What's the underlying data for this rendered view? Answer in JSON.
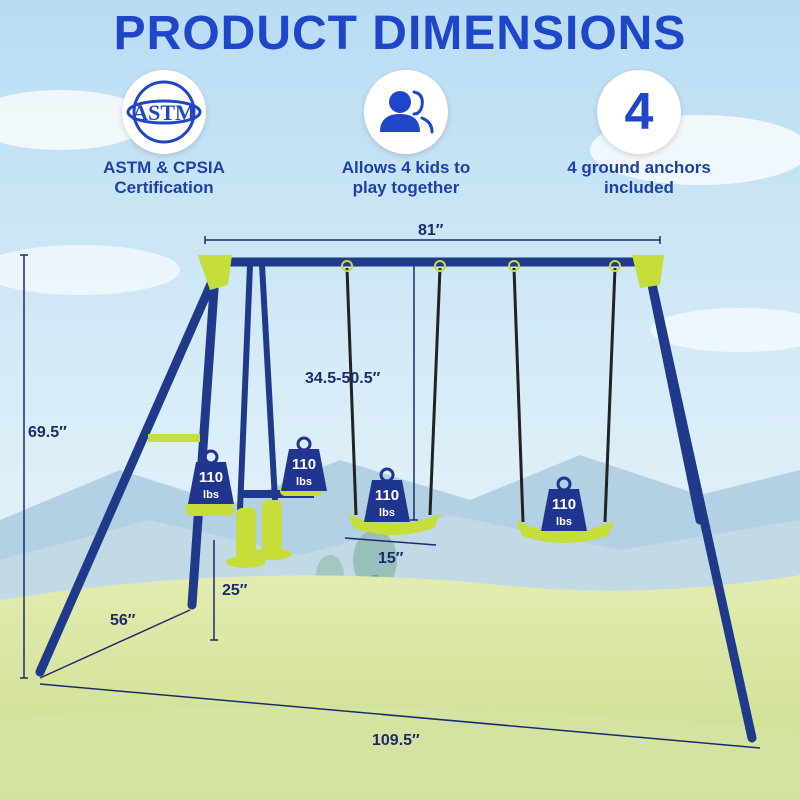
{
  "header": {
    "title": "PRODUCT DIMENSIONS"
  },
  "features": [
    {
      "icon": "astm-seal-icon",
      "seal_text": "ASTM",
      "line1": "ASTM & CPSIA",
      "line2": "Certification"
    },
    {
      "icon": "two-people-icon",
      "line1": "Allows 4 kids to",
      "line2": "play together"
    },
    {
      "icon": "number-badge-icon",
      "number": "4",
      "line1": "4 ground anchors",
      "line2": "included"
    }
  ],
  "dimensions": {
    "width": "81″",
    "height": "69.5″",
    "rope_length": "34.5-50.5″",
    "seat_width": "15″",
    "glider_height": "25″",
    "depth": "56″",
    "total_length": "109.5″"
  },
  "weight_tags": [
    {
      "value": "110",
      "unit": "lbs"
    },
    {
      "value": "110",
      "unit": "lbs"
    },
    {
      "value": "110",
      "unit": "lbs"
    },
    {
      "value": "110",
      "unit": "lbs"
    }
  ],
  "colors": {
    "title": "#1e46c8",
    "frame": "#1f3a8a",
    "accent": "#c6dd3a",
    "weight_tag": "#1f3590"
  }
}
